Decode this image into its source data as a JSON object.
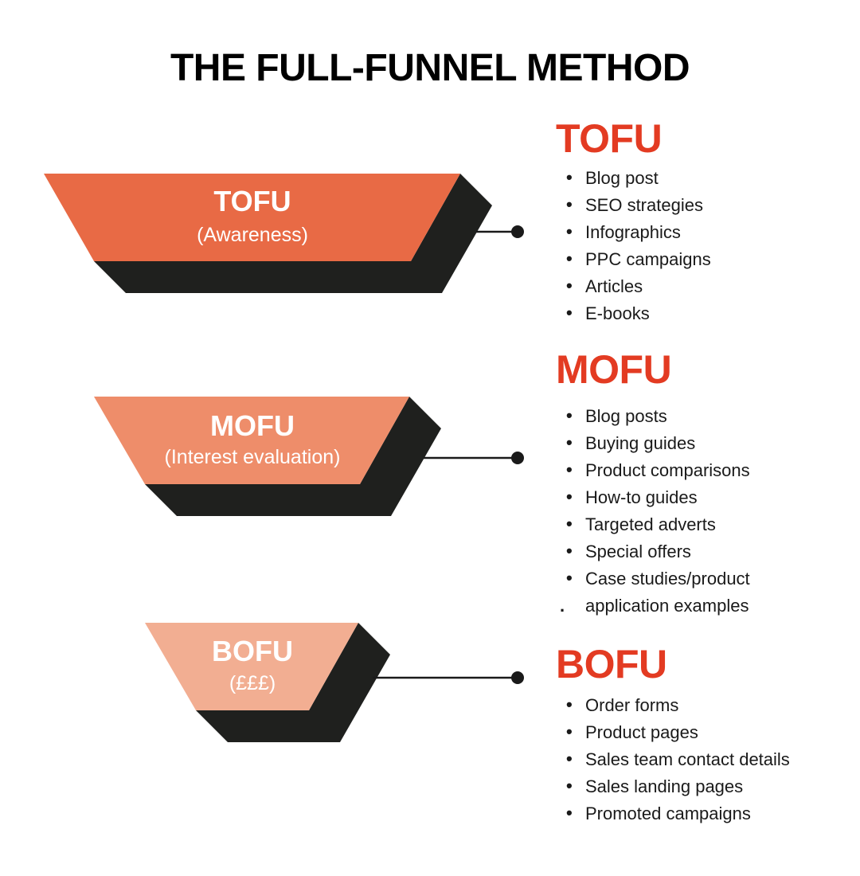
{
  "title": "THE FULL-FUNNEL METHOD",
  "colors": {
    "heading_red": "#e33b22",
    "shadow": "#1f201e",
    "tofu": "#e86a45",
    "mofu": "#ee8d6a",
    "bofu": "#f2ae92",
    "connector": "#1a1a1a"
  },
  "stages": [
    {
      "name": "TOFU",
      "subtitle": "(Awareness)",
      "heading": "TOFU",
      "items": [
        {
          "bullet": "•",
          "text": "Blog post"
        },
        {
          "bullet": "•",
          "text": "SEO strategies"
        },
        {
          "bullet": "•",
          "text": "Infographics"
        },
        {
          "bullet": "•",
          "text": "PPC campaigns"
        },
        {
          "bullet": "•",
          "text": "Articles"
        },
        {
          "bullet": "•",
          "text": "E-books"
        }
      ]
    },
    {
      "name": "MOFU",
      "subtitle": "(Interest evaluation)",
      "heading": "MOFU",
      "items": [
        {
          "bullet": "•",
          "text": "Blog posts"
        },
        {
          "bullet": "•",
          "text": "Buying guides"
        },
        {
          "bullet": "•",
          "text": "Product comparisons"
        },
        {
          "bullet": "•",
          "text": "How-to guides"
        },
        {
          "bullet": "•",
          "text": "Targeted adverts"
        },
        {
          "bullet": "•",
          "text": "Special offers"
        },
        {
          "bullet": "•",
          "text": "Case studies/product"
        },
        {
          "bullet": ".",
          "text": "application examples"
        }
      ]
    },
    {
      "name": "BOFU",
      "subtitle": "(£££)",
      "heading": "BOFU",
      "items": [
        {
          "bullet": "•",
          "text": "Order forms"
        },
        {
          "bullet": "•",
          "text": "Product pages"
        },
        {
          "bullet": "•",
          "text": "Sales team contact details"
        },
        {
          "bullet": "•",
          "text": "Sales landing pages"
        },
        {
          "bullet": "•",
          "text": "Promoted campaigns"
        }
      ]
    }
  ]
}
